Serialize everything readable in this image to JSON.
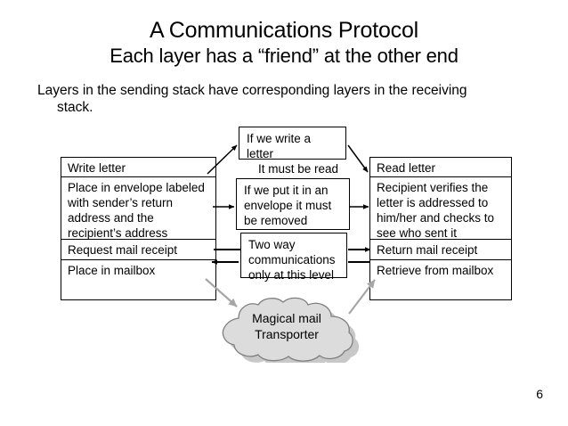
{
  "slide": {
    "title": "A Communications Protocol",
    "subtitle": "Each layer has a “friend” at the other end",
    "intro_line1": "Layers in the sending stack have corresponding layers in the receiving",
    "intro_line2": "stack.",
    "page_number": "6"
  },
  "sending_stack": {
    "name": "sending-stack",
    "layers": [
      {
        "label": "Write letter"
      },
      {
        "label": "Place in envelope labeled with sender’s return address and the recipient’s address"
      },
      {
        "label": "Request mail receipt"
      },
      {
        "label": "Place in mailbox"
      }
    ]
  },
  "receiving_stack": {
    "name": "receiving-stack",
    "layers": [
      {
        "label": "Read letter"
      },
      {
        "label": "Recipient verifies the letter is addressed to him/her and checks to see who sent it"
      },
      {
        "label": "Return mail receipt"
      },
      {
        "label": "Retrieve from mailbox"
      }
    ]
  },
  "callouts": [
    {
      "line1": "If we write a letter",
      "line2": "It must be read"
    },
    {
      "text": "If we put it in an envelope it must be removed"
    },
    {
      "text": "Two way communications only at this level"
    }
  ],
  "cloud": {
    "line1": "Magical mail",
    "line2": "Transporter",
    "fill": "#dcdcdc",
    "stroke": "#7f7f7f",
    "shadow": "#9a9a9a"
  },
  "colors": {
    "ink": "#000000",
    "page": "#ffffff",
    "gray_arrow": "#a6a6a6"
  }
}
